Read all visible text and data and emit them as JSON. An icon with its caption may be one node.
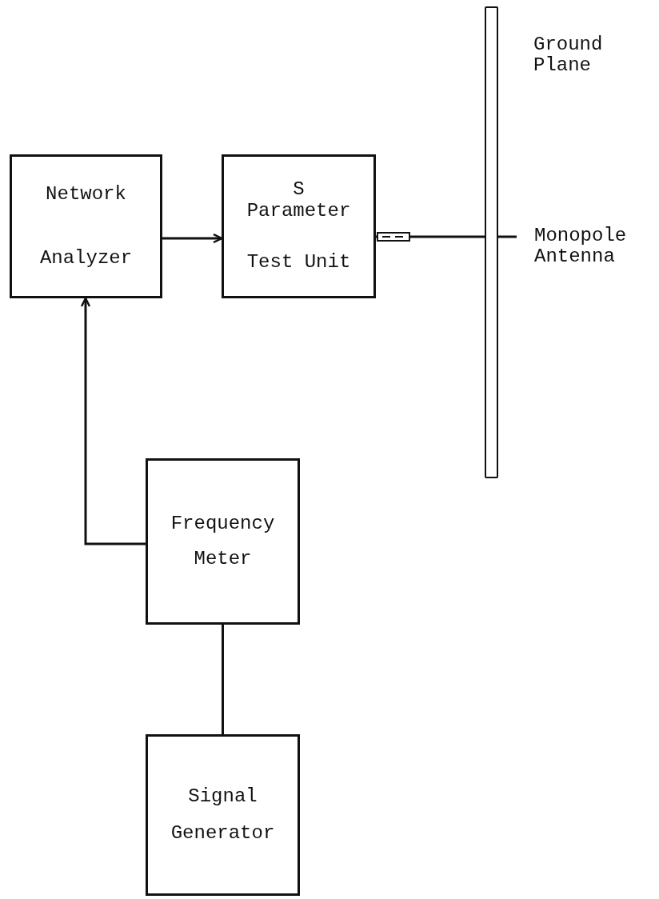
{
  "diagram": {
    "nodes": [
      {
        "text": [
          "Network Analyzer"
        ]
      },
      {
        "text": [
          "S Parameter",
          "Test Unit"
        ]
      },
      {
        "text": [],
        "shape": "bar",
        "beside": [
          "Ground Plane"
        ]
      },
      {
        "text": [
          "Frequency Meter"
        ]
      },
      {
        "text": [
          "Signal Generator"
        ]
      }
    ],
    "edges": [
      {
        "from": 0,
        "to": 1,
        "arrow": "to"
      },
      {
        "from": 1,
        "to": 2,
        "arrow": "none"
      },
      {
        "from": 3,
        "to": 0,
        "arrow": "to"
      },
      {
        "from": 4,
        "to": 3,
        "arrow": "none"
      }
    ],
    "labels": [
      "Monopole Antenna"
    ]
  }
}
